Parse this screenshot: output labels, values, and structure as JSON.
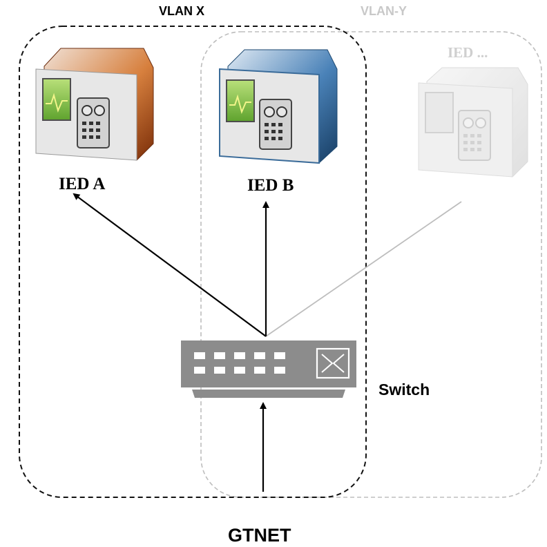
{
  "vlans": [
    {
      "label": "VLAN X",
      "border": "dashed",
      "color": "#000000"
    },
    {
      "label": "VLAN-Y",
      "border": "dashed",
      "color": "#bdbdbd"
    }
  ],
  "devices": [
    {
      "label": "IED A",
      "accent": "#c2571d",
      "icon": "ied-device-icon"
    },
    {
      "label": "IED B",
      "accent": "#2b5e8c",
      "icon": "ied-device-icon"
    },
    {
      "label": "IED ...",
      "accent": "#dcdcdc",
      "icon": "ied-device-icon",
      "faded": true
    }
  ],
  "switch": {
    "label": "Switch",
    "icon": "network-switch-icon",
    "color": "#8c8c8c"
  },
  "source": {
    "label": "GTNET"
  },
  "links": [
    {
      "from": "Switch",
      "to": "IED A",
      "style": "arrow"
    },
    {
      "from": "Switch",
      "to": "IED B",
      "style": "arrow"
    },
    {
      "from": "Switch",
      "to": "IED ...",
      "style": "line-faded"
    },
    {
      "from": "GTNET",
      "to": "Switch",
      "style": "arrow"
    }
  ]
}
